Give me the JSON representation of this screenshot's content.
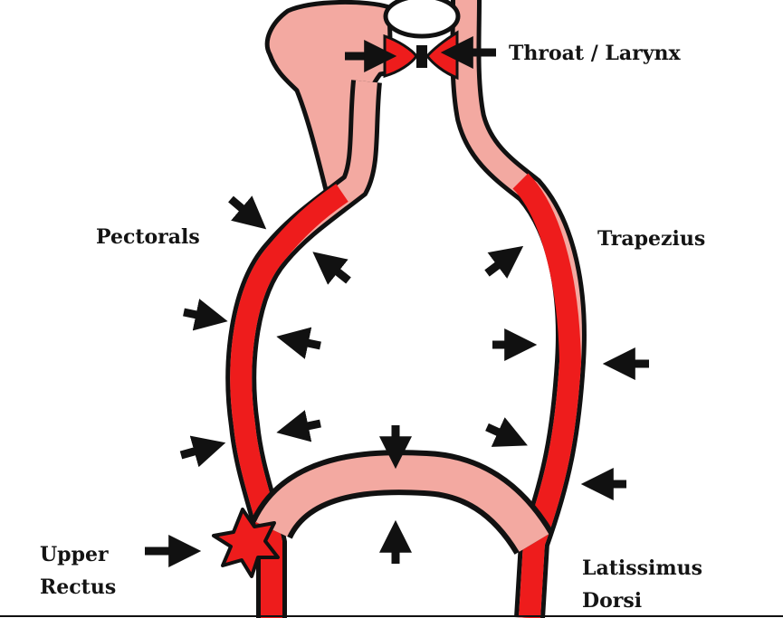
{
  "colors": {
    "muscle": "#ee1c1c",
    "skin": "#f3a9a1",
    "outline": "#111111",
    "background": "#ffffff"
  },
  "labels": {
    "throat": "Throat / Larynx",
    "pectorals": "Pectorals",
    "trapezius": "Trapezius",
    "upper_rectus": [
      "Upper",
      "Rectus"
    ],
    "latissimus_dorsi": [
      "Latissimus",
      "Dorsi"
    ]
  },
  "arrows": {
    "inward": "arrows pointing toward the body",
    "outward": "arrows pointing outward from the cavity"
  },
  "icons": {
    "burst": "star-burst-icon",
    "arrow": "arrow-icon"
  }
}
